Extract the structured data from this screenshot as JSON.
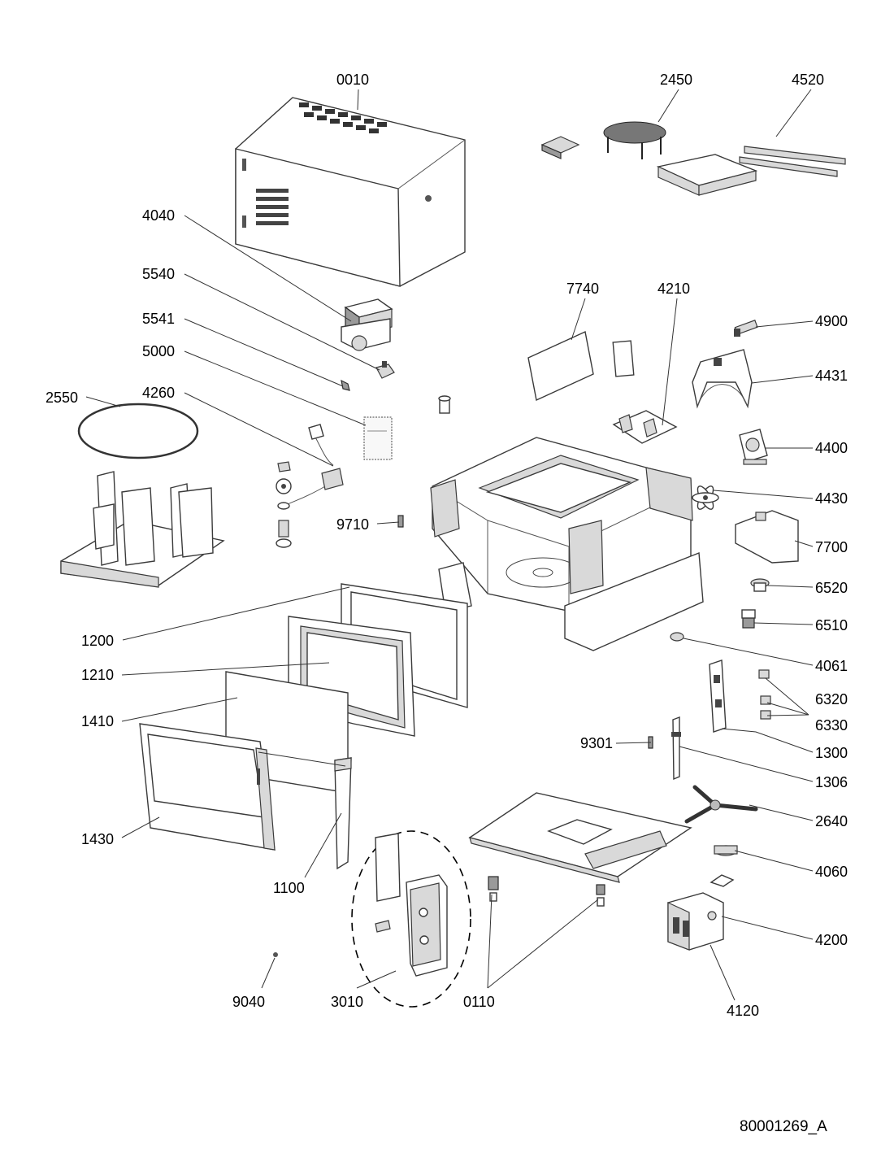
{
  "labels": {
    "p0010": "0010",
    "p2450": "2450",
    "p4520": "4520",
    "p4040": "4040",
    "p5540": "5540",
    "p5541": "5541",
    "p5000": "5000",
    "p4260": "4260",
    "p2550": "2550",
    "p7740": "7740",
    "p4210": "4210",
    "p4900": "4900",
    "p4431": "4431",
    "p4400": "4400",
    "p4430": "4430",
    "p7700": "7700",
    "p9710": "9710",
    "p6520": "6520",
    "p6510": "6510",
    "p1200": "1200",
    "p1210": "1210",
    "p4061": "4061",
    "p6320": "6320",
    "p6330": "6330",
    "p1410": "1410",
    "p9301": "9301",
    "p1300": "1300",
    "p1306": "1306",
    "p2640": "2640",
    "p1430": "1430",
    "p4060": "4060",
    "p1100": "1100",
    "p4200": "4200",
    "p9040": "9040",
    "p3010": "3010",
    "p0110": "0110",
    "p4120": "4120"
  },
  "document_id": "80001269_A"
}
